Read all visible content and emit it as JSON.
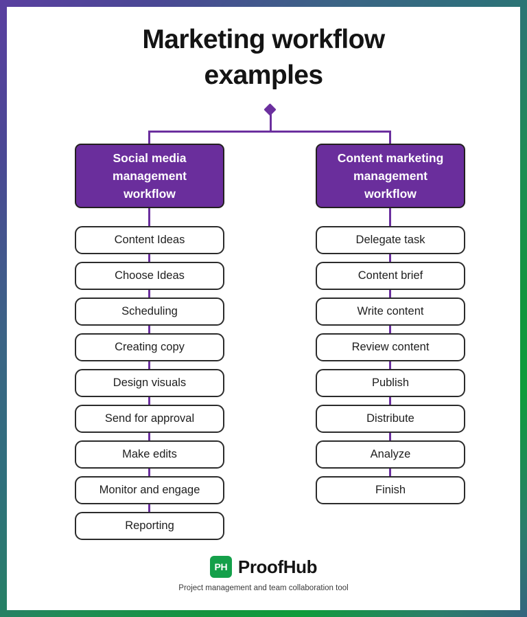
{
  "poster": {
    "title_line1": "Marketing workflow",
    "title_line2": "examples",
    "frame_gradient": [
      "#5a3fa0",
      "#34657f",
      "#0f9c3c",
      "#2c7d6c"
    ],
    "accent_purple": "#6a2e9c",
    "connector_color": "#6b2f9e",
    "box_border_color": "#2b2b2b"
  },
  "columns": [
    {
      "header_line1": "Social media",
      "header_line2": "management",
      "header_line3": "workflow",
      "steps": [
        "Content Ideas",
        "Choose Ideas",
        "Scheduling",
        "Creating copy",
        "Design visuals",
        "Send for approval",
        "Make edits",
        "Monitor and engage",
        "Reporting"
      ]
    },
    {
      "header_line1": "Content marketing",
      "header_line2": "management",
      "header_line3": "workflow",
      "steps": [
        "Delegate task",
        "Content brief",
        "Write content",
        "Review content",
        "Publish",
        "Distribute",
        "Analyze",
        "Finish"
      ]
    }
  ],
  "footer": {
    "logo_mark": "PH",
    "logo_word": "ProofHub",
    "tagline": "Project management and team collaboration tool",
    "logo_color": "#14a04a"
  }
}
